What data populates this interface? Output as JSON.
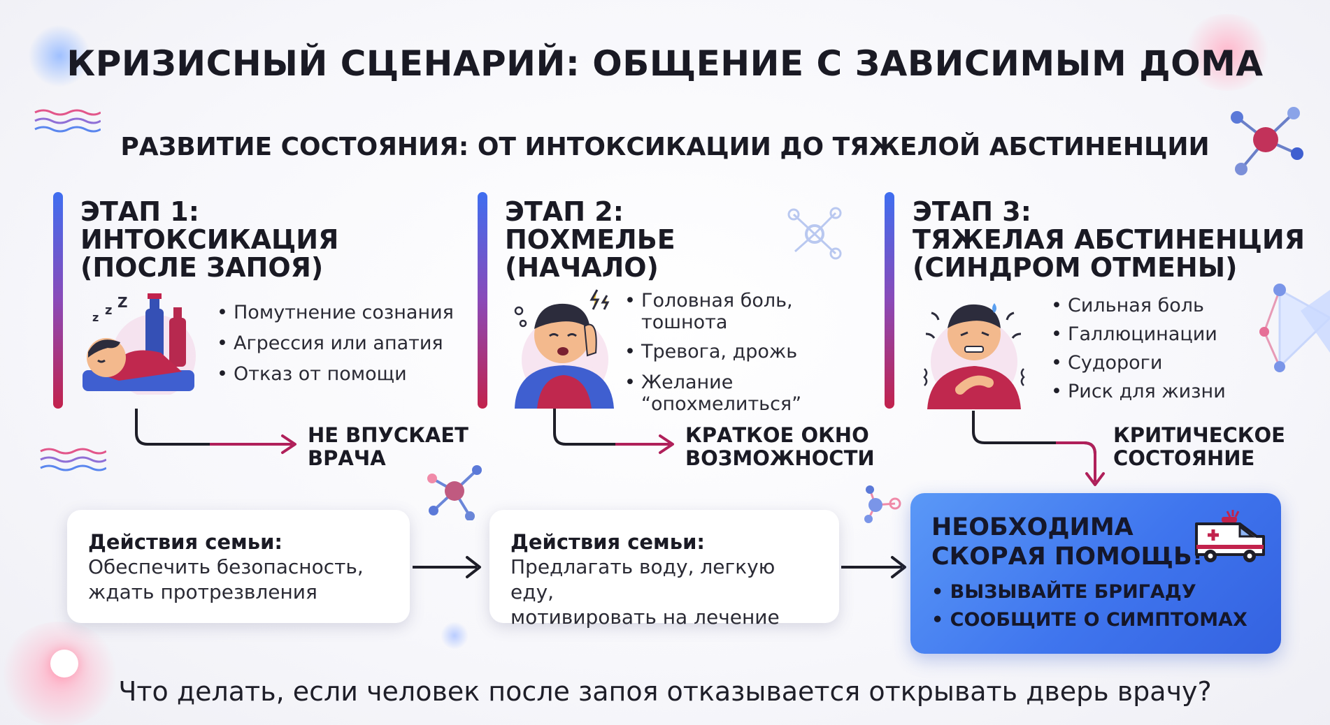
{
  "title": "КРИЗИСНЫЙ СЦЕНАРИЙ: ОБЩЕНИЕ С ЗАВИСИМЫМ ДОМА",
  "subtitle": "РАЗВИТИЕ СОСТОЯНИЯ: ОТ ИНТОКСИКАЦИИ ДО ТЯЖЕЛОЙ АБСТИНЕНЦИИ",
  "stages": [
    {
      "label": "ЭТАП 1:",
      "name_line1": "ИНТОКСИКАЦИЯ",
      "name_line2": "(ПОСЛЕ ЗАПОЯ)",
      "bullets": [
        "Помутнение сознания",
        "Агрессия или апатия",
        "Отказ от помощи"
      ],
      "outcome_line1": "НЕ ВПУСКАЕТ",
      "outcome_line2": "ВРАЧА",
      "icon": "sleeping-drunk-person-icon"
    },
    {
      "label": "ЭТАП 2:",
      "name_line1": "ПОХМЕЛЬЕ",
      "name_line2": "(НАЧАЛО)",
      "bullets": [
        "Головная боль,",
        "тошнота",
        "Тревога, дрожь",
        "Желание",
        "“опохмелиться”"
      ],
      "outcome_line1": "КРАТКОЕ ОКНО",
      "outcome_line2": "ВОЗМОЖНОСТИ",
      "icon": "headache-person-icon"
    },
    {
      "label": "ЭТАП 3:",
      "name_line1": "ТЯЖЕЛАЯ АБСТИНЕНЦИЯ",
      "name_line2": "(СИНДРОМ ОТМЕНЫ)",
      "bullets": [
        "Сильная боль",
        "Галлюцинации",
        "Судороги",
        "Риск для жизни"
      ],
      "outcome_line1": "КРИТИЧЕСКОЕ",
      "outcome_line2": "СОСТОЯНИЕ",
      "icon": "suffering-person-icon"
    }
  ],
  "actions": [
    {
      "head": "Действия семьи:",
      "line1": "Обеспечить безопасность,",
      "line2": "ждать протрезвления"
    },
    {
      "head": "Действия семьи:",
      "line1": "Предлагать воду, легкую еду,",
      "line2": "мотивировать на лечение"
    }
  ],
  "emergency": {
    "title_line1": "НЕОБХОДИМА",
    "title_line2": "СКОРАЯ ПОМОЩЬ!",
    "items": [
      "• ВЫЗЫВАЙТЕ БРИГАДУ",
      "• СООБЩИТЕ О СИМПТОМАХ"
    ],
    "icon": "ambulance-icon"
  },
  "question": "Что делать, если человек после запоя отказывается открывать дверь врачу?",
  "colors": {
    "accent_blue": "#3f6ef0",
    "accent_red": "#c2224c",
    "arrow": "#b0205a",
    "emergency_bg": "#4a82f0",
    "shirt_red": "#c0284e",
    "shirt_blue": "#3f5fd0"
  }
}
